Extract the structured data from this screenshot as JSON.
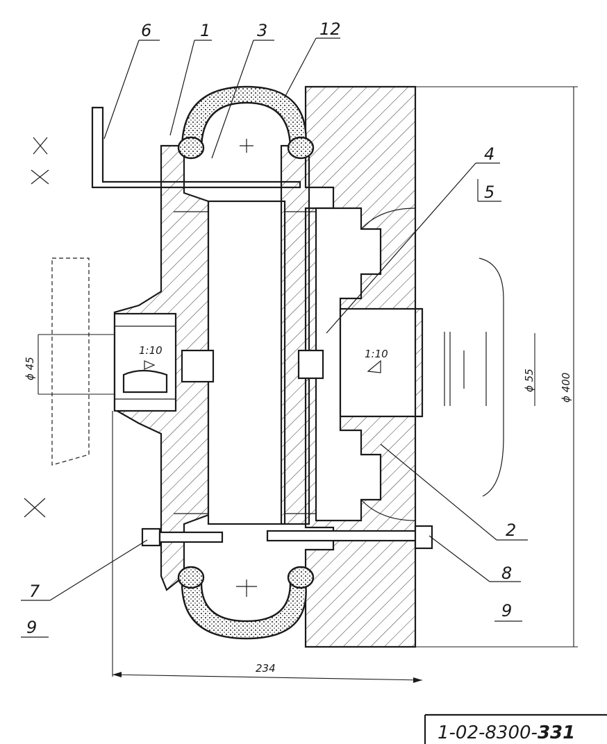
{
  "callouts": {
    "part_6": "6",
    "part_1": "1",
    "part_3": "3",
    "part_12": "12",
    "part_4": "4",
    "part_5": "5",
    "part_2": "2",
    "part_8": "8",
    "part_9_right": "9",
    "part_7": "7",
    "part_9_left": "9"
  },
  "dimensions": {
    "dia_45": "ϕ 45",
    "dia_55": "ϕ 55",
    "dia_400": "ϕ 400",
    "width_234": "234",
    "taper_left": "1:10",
    "taper_right": "1:10"
  },
  "doc_number": {
    "prefix": "1-02-8300-",
    "suffix": "331"
  },
  "colors": {
    "ink": "#1a1a1a",
    "paper": "#ffffff"
  }
}
